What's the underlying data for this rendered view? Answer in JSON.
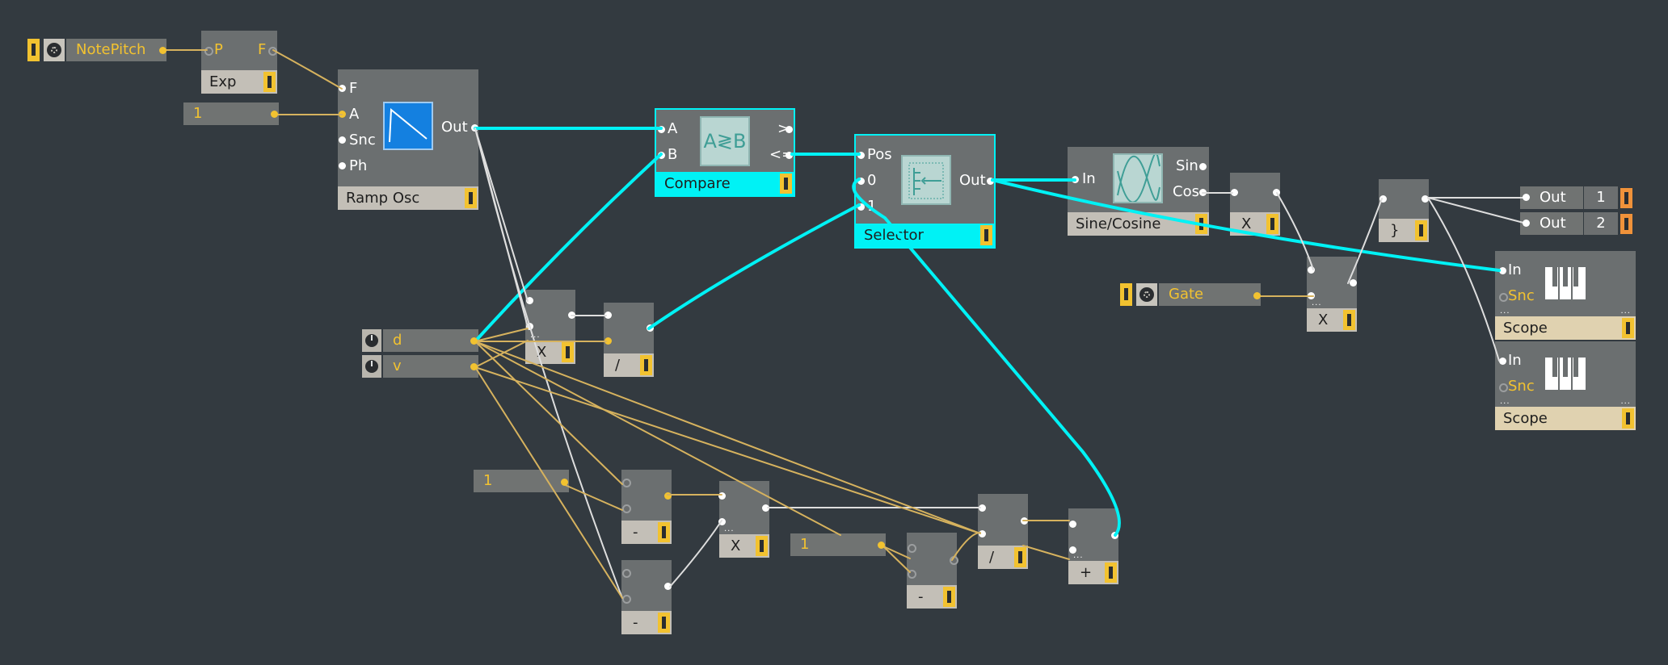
{
  "notepitch": {
    "label": "NotePitch"
  },
  "exp": {
    "ports": {
      "p": "P",
      "f": "F"
    },
    "title": "Exp"
  },
  "const1": {
    "value": "1"
  },
  "ramp": {
    "ports": {
      "f": "F",
      "a": "A",
      "snc": "Snc",
      "ph": "Ph",
      "out": "Out"
    },
    "title": "Ramp Osc"
  },
  "compare": {
    "ports": {
      "a": "A",
      "b": "B",
      "gt": ">",
      "le": "<="
    },
    "icon_text": "A≷B",
    "title": "Compare"
  },
  "selector": {
    "ports": {
      "pos": "Pos",
      "in0": "0",
      "in1": "1",
      "out": "Out"
    },
    "title": "Selector"
  },
  "sine": {
    "ports": {
      "in": "In",
      "sin": "Sin",
      "cos": "Cos"
    },
    "title": "Sine/Cosine"
  },
  "knobs": {
    "d": "d",
    "v": "v"
  },
  "ops": {
    "mul1": "X",
    "div1": "/",
    "minus1": "-",
    "minus2": "-",
    "mul2": "X",
    "minus3": "-",
    "div2": "/",
    "plus": "+",
    "mul3": "X",
    "mul4": "X",
    "merge": "}"
  },
  "const2": {
    "value": "1"
  },
  "const3": {
    "value": "1"
  },
  "gate": {
    "label": "Gate"
  },
  "outputs": [
    {
      "label": "Out",
      "channel": "1"
    },
    {
      "label": "Out",
      "channel": "2"
    }
  ],
  "scope1": {
    "ports": {
      "in": "In",
      "snc": "Snc"
    },
    "title": "Scope"
  },
  "scope2": {
    "ports": {
      "in": "In",
      "snc": "Snc"
    },
    "title": "Scope"
  },
  "colors": {
    "background": "#333a40",
    "cable_signal": "#00f2f5",
    "cable_audio": "#ffffff",
    "cable_event": "#d6b25e",
    "accent": "#f2c230"
  }
}
